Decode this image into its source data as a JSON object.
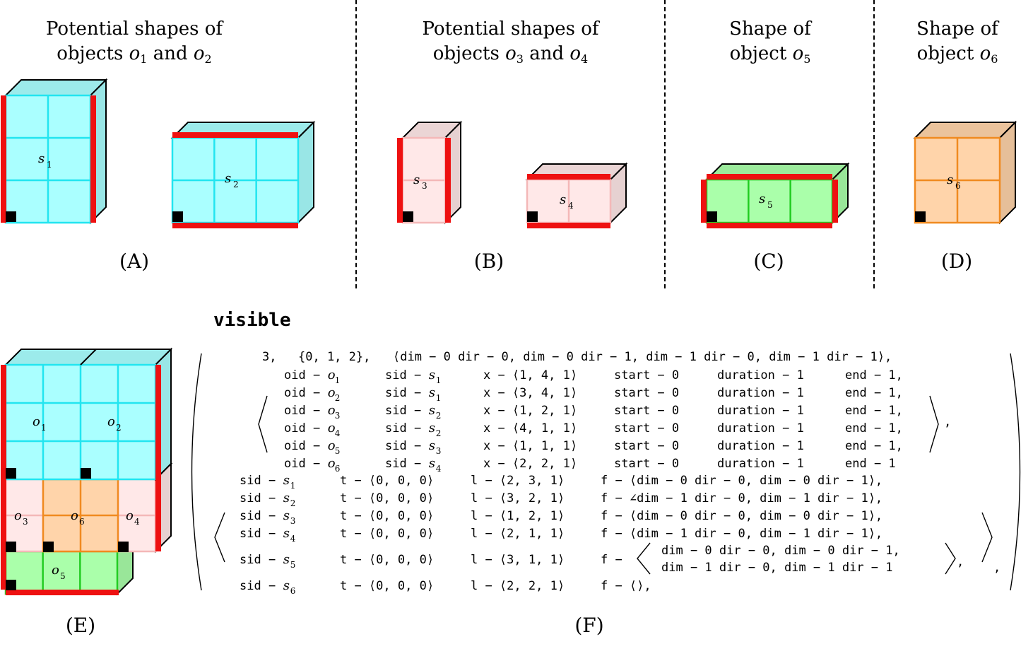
{
  "panels": {
    "A": {
      "header_line1": "Potential shapes of",
      "header_line2_prefix": "objects ",
      "obj_a": "o",
      "obj_a_sub": "1",
      "and": " and ",
      "obj_b": "o",
      "obj_b_sub": "2",
      "label": "(A)",
      "shape_1": "s",
      "shape_1_sub": "1",
      "shape_2": "s",
      "shape_2_sub": "2"
    },
    "B": {
      "header_line1": "Potential shapes of",
      "header_line2_prefix": "objects ",
      "obj_a": "o",
      "obj_a_sub": "3",
      "and": " and ",
      "obj_b": "o",
      "obj_b_sub": "4",
      "label": "(B)",
      "shape_1": "s",
      "shape_1_sub": "3",
      "shape_2": "s",
      "shape_2_sub": "4"
    },
    "C": {
      "header_line1": "Shape of",
      "header_line2_prefix": "object ",
      "obj": "o",
      "obj_sub": "5",
      "label": "(C)",
      "shape": "s",
      "shape_sub": "5"
    },
    "D": {
      "header_line1": "Shape of",
      "header_line2_prefix": "object ",
      "obj": "o",
      "obj_sub": "6",
      "label": "(D)",
      "shape": "s",
      "shape_sub": "6"
    },
    "E": {
      "label": "(E)",
      "objects": [
        {
          "name": "o",
          "sub": "1"
        },
        {
          "name": "o",
          "sub": "2"
        },
        {
          "name": "o",
          "sub": "3"
        },
        {
          "name": "o",
          "sub": "6"
        },
        {
          "name": "o",
          "sub": "4"
        },
        {
          "name": "o",
          "sub": "5"
        }
      ]
    },
    "F": {
      "label": "(F)"
    }
  },
  "colors": {
    "cyan": "#aaffff",
    "cyan_edge": "#22e5f0",
    "pink": "#ffe8e8",
    "pink_edge": "#f4b8b8",
    "green": "#aaffaa",
    "green_edge": "#22cc22",
    "orange": "#ffd4aa",
    "orange_edge": "#f08a20",
    "red": "#ee1111",
    "black": "#000000"
  },
  "constraint": {
    "keyword": "visible",
    "header": {
      "k": "3,",
      "dims": "{0, 1, 2},",
      "frames": "⟨dim − 0 dir − 0, dim − 0 dir − 1, dim − 1 dir − 0, dim − 1 dir − 1⟩,"
    },
    "objects": [
      {
        "oid": "oid − ",
        "o": "o",
        "osub": "1",
        "sid": "sid − ",
        "s": "s",
        "ssub": "1",
        "x": "x − ⟨1, 4, 1⟩",
        "start": "start − 0",
        "duration": "duration − 1",
        "end": "end − 1,"
      },
      {
        "oid": "oid − ",
        "o": "o",
        "osub": "2",
        "sid": "sid − ",
        "s": "s",
        "ssub": "1",
        "x": "x − ⟨3, 4, 1⟩",
        "start": "start − 0",
        "duration": "duration − 1",
        "end": "end − 1,"
      },
      {
        "oid": "oid − ",
        "o": "o",
        "osub": "3",
        "sid": "sid − ",
        "s": "s",
        "ssub": "2",
        "x": "x − ⟨1, 2, 1⟩",
        "start": "start − 0",
        "duration": "duration − 1",
        "end": "end − 1,"
      },
      {
        "oid": "oid − ",
        "o": "o",
        "osub": "4",
        "sid": "sid − ",
        "s": "s",
        "ssub": "2",
        "x": "x − ⟨4, 1, 1⟩",
        "start": "start − 0",
        "duration": "duration − 1",
        "end": "end − 1,"
      },
      {
        "oid": "oid − ",
        "o": "o",
        "osub": "5",
        "sid": "sid − ",
        "s": "s",
        "ssub": "3",
        "x": "x − ⟨1, 1, 1⟩",
        "start": "start − 0",
        "duration": "duration − 1",
        "end": "end − 1,"
      },
      {
        "oid": "oid − ",
        "o": "o",
        "osub": "6",
        "sid": "sid − ",
        "s": "s",
        "ssub": "4",
        "x": "x − ⟨2, 2, 1⟩",
        "start": "start − 0",
        "duration": "duration − 1",
        "end": "end − 1"
      }
    ],
    "objects_close": "⟩,",
    "shapes": [
      {
        "sid": "sid − ",
        "s": "s",
        "ssub": "1",
        "t": "t − ⟨0, 0, 0⟩",
        "l": "l − ⟨2, 3, 1⟩",
        "f": "f − ⟨dim − 0 dir − 0, dim − 0 dir − 1⟩,"
      },
      {
        "sid": "sid − ",
        "s": "s",
        "ssub": "2",
        "t": "t − ⟨0, 0, 0⟩",
        "l": "l − ⟨3, 2, 1⟩",
        "f": "f − ∠dim − 1 dir − 0, dim − 1 dir − 1⟩,"
      },
      {
        "sid": "sid − ",
        "s": "s",
        "ssub": "3",
        "t": "t − ⟨0, 0, 0⟩",
        "l": "l − ⟨1, 2, 1⟩",
        "f": "f − ⟨dim − 0 dir − 0, dim − 0 dir − 1⟩,"
      },
      {
        "sid": "sid − ",
        "s": "s",
        "ssub": "4",
        "t": "t − ⟨0, 0, 0⟩",
        "l": "l − ⟨2, 1, 1⟩",
        "f": "f − ⟨dim − 1 dir − 0, dim − 1 dir − 1⟩,"
      },
      {
        "sid": "sid − ",
        "s": "s",
        "ssub": "5",
        "t": "t − ⟨0, 0, 0⟩",
        "l": "l − ⟨3, 1, 1⟩",
        "f": "f −",
        "f_line1": "dim − 0 dir − 0, dim − 0 dir − 1,",
        "f_line2": "dim − 1 dir − 0, dim − 1 dir − 1",
        "f_close": "⟩,"
      },
      {
        "sid": "sid − ",
        "s": "s",
        "ssub": "6",
        "t": "t − ⟨0, 0, 0⟩",
        "l": "l − ⟨2, 2, 1⟩",
        "f": "f − ⟨⟩,"
      }
    ],
    "shapes_close": "⟩,"
  }
}
